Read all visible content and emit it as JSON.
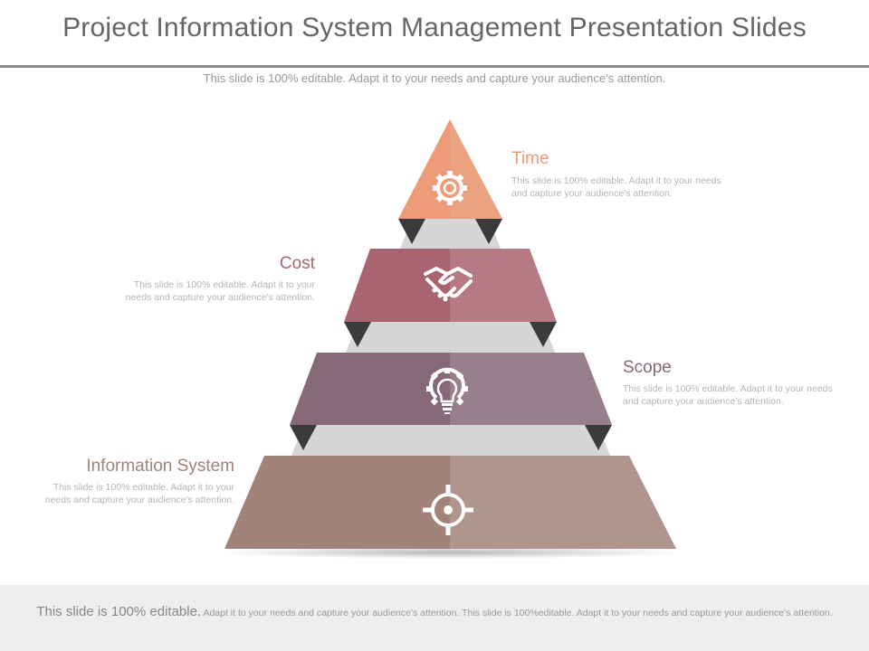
{
  "header": {
    "title": "Project Information System Management Presentation Slides",
    "subtitle": "This slide is 100% editable. Adapt it to your needs and capture your audience’s attention."
  },
  "levels": [
    {
      "label": "Time",
      "desc": "This slide is 100% editable. Adapt it to your needs and capture your audience's attention.",
      "icon": "gear-icon",
      "color": "#ec9a78",
      "color_light": "#eba27f"
    },
    {
      "label": "Cost",
      "desc": "This slide is 100% editable. Adapt it to your needs and capture your audience's attention.",
      "icon": "handshake-icon",
      "color": "#a9656f",
      "color_light": "#b67a84"
    },
    {
      "label": "Scope",
      "desc": "This slide is 100% editable. Adapt it to your needs and capture your audience's attention.",
      "icon": "lightbulb-gear-icon",
      "color": "#866877",
      "color_light": "#987f8c"
    },
    {
      "label": "Information System",
      "desc": "This slide is 100% editable. Adapt it to your needs and capture your audience's attention.",
      "icon": "target-icon",
      "color": "#a1837a",
      "color_light": "#b0958d"
    }
  ],
  "footer": {
    "lead": "This slide is 100% editable.",
    "rest": "Adapt it to your needs and capture your audience’s attention. This slide is 100%editable. Adapt it to your needs and capture your audience’s attention."
  }
}
